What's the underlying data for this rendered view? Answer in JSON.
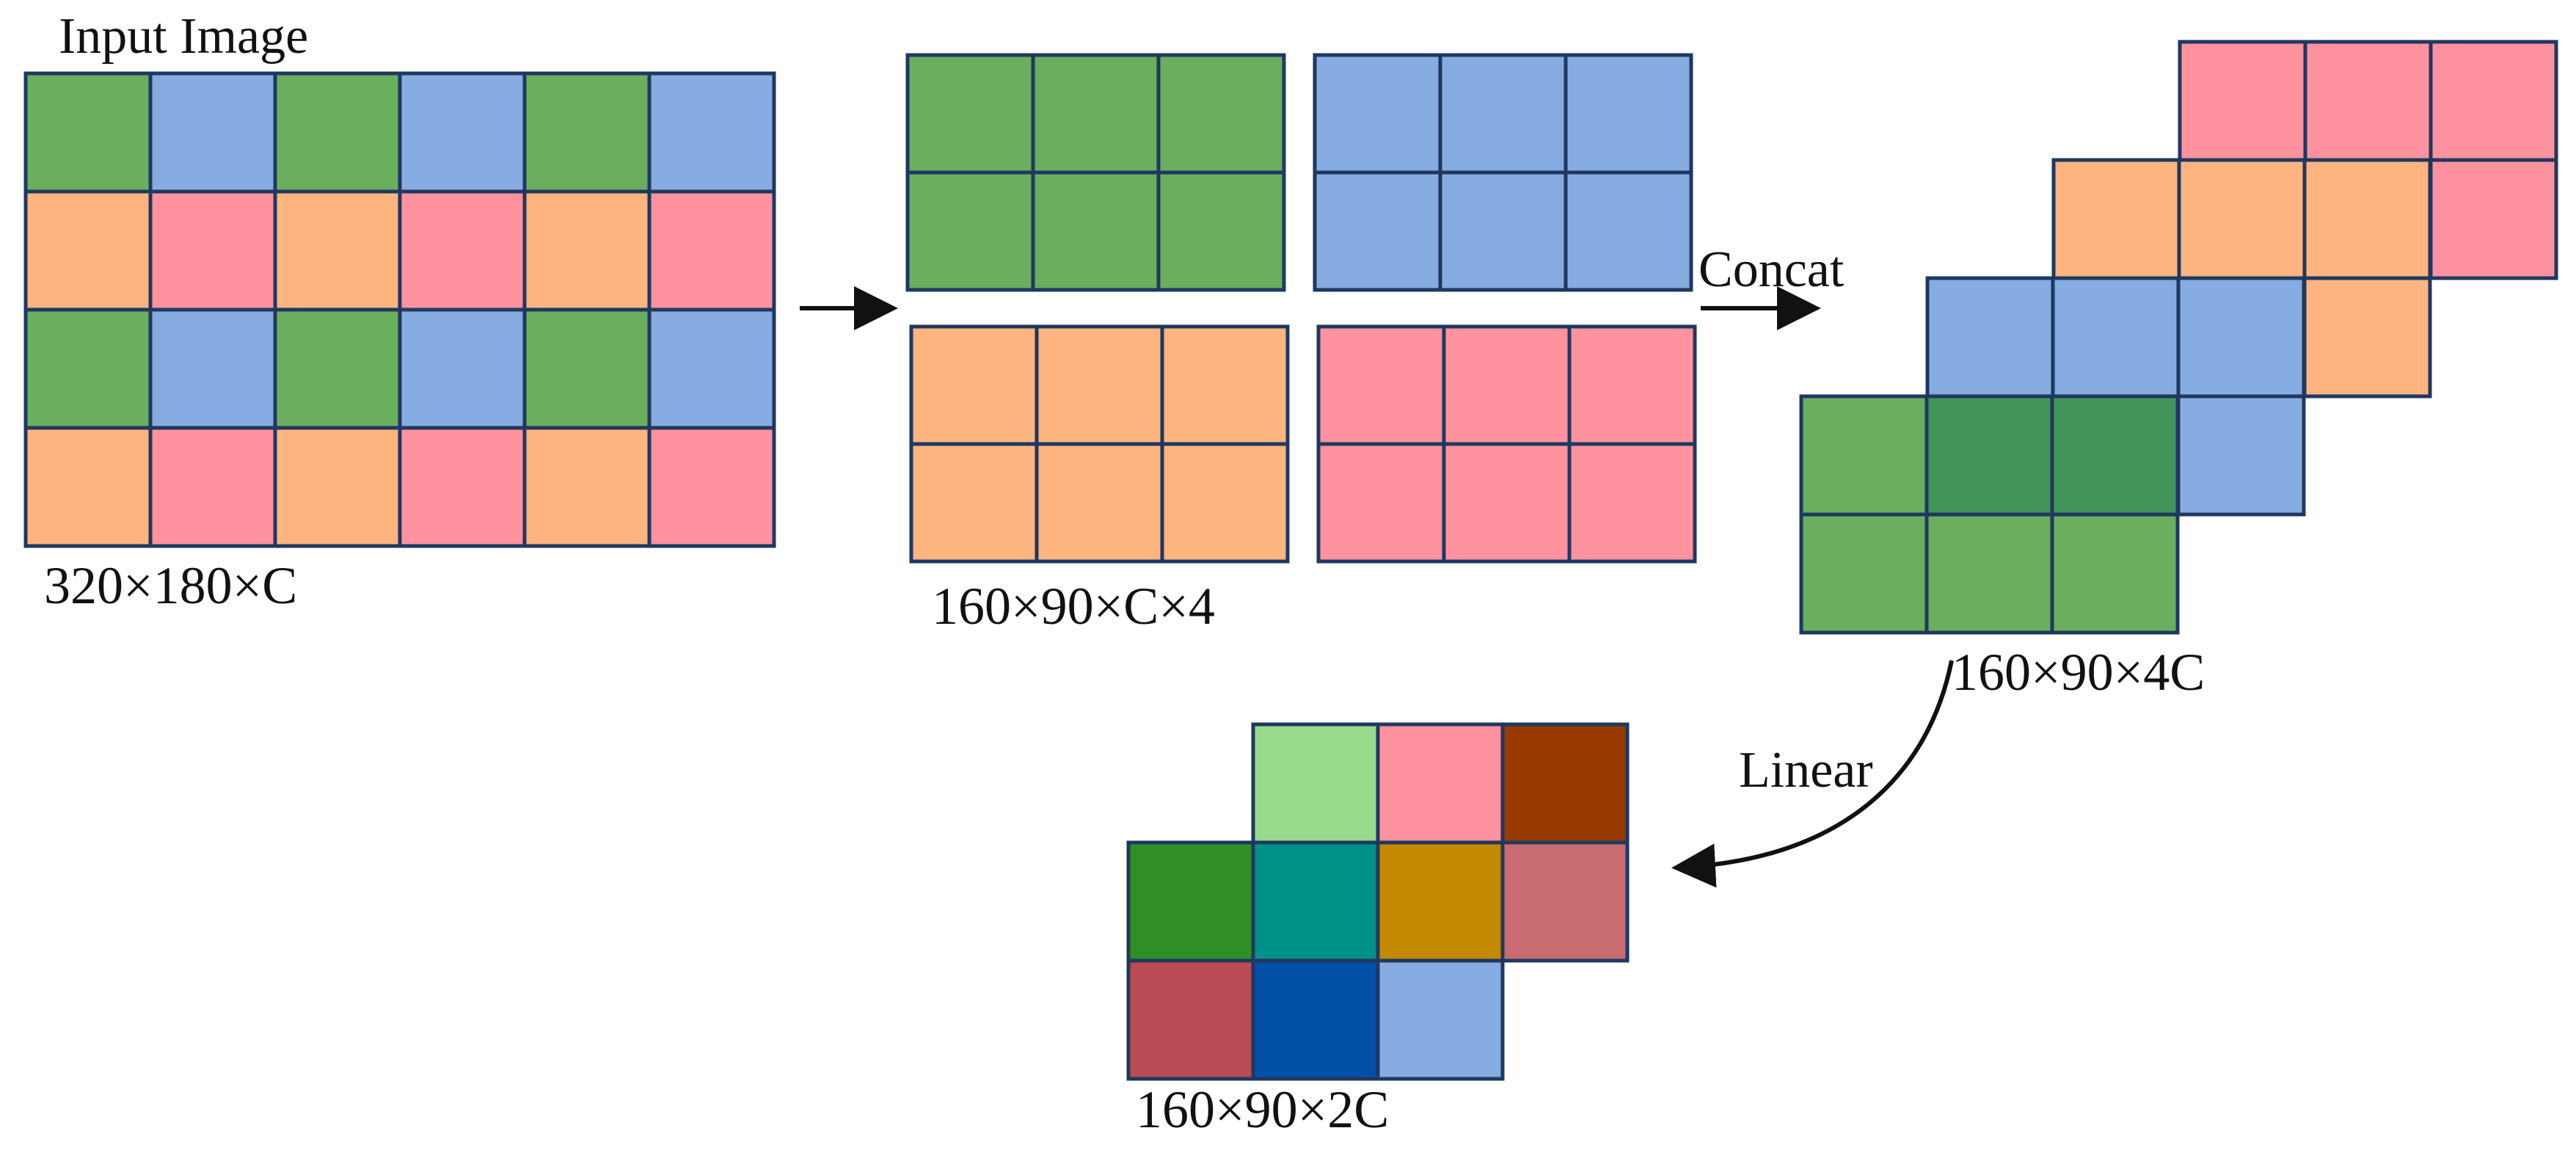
{
  "labels": {
    "input_image": "Input Image",
    "input_dims": "320×180×C",
    "split_dims": "160×90×C×4",
    "concat": "Concat",
    "concat_dims": "160×90×4C",
    "linear": "Linear",
    "output_dims": "160×90×2C"
  },
  "colors": {
    "green": "#6AAE5E",
    "blue": "#86ACE2",
    "orange": "#FDB47F",
    "pink": "#FF929F",
    "dark_green": "#43945A",
    "border": "#1F3860",
    "arrow": "#111111"
  },
  "input_grid": {
    "rows": 4,
    "cols": 6,
    "pattern": [
      [
        "green",
        "blue",
        "green",
        "blue",
        "green",
        "blue"
      ],
      [
        "orange",
        "pink",
        "orange",
        "pink",
        "orange",
        "pink"
      ],
      [
        "green",
        "blue",
        "green",
        "blue",
        "green",
        "blue"
      ],
      [
        "orange",
        "pink",
        "orange",
        "pink",
        "orange",
        "pink"
      ]
    ]
  },
  "split_blocks": [
    {
      "name": "green",
      "rows": 2,
      "cols": 3
    },
    {
      "name": "blue",
      "rows": 2,
      "cols": 3
    },
    {
      "name": "orange",
      "rows": 2,
      "cols": 3
    },
    {
      "name": "pink",
      "rows": 2,
      "cols": 3
    }
  ],
  "concat_stack": {
    "layers": [
      "green",
      "blue",
      "orange",
      "pink"
    ],
    "rows": 2,
    "cols": 3,
    "overlap_color": "dark_green"
  },
  "output_grid": {
    "cells": [
      [
        "",
        "#98DA89",
        "#FF929F",
        "#963A00"
      ],
      [
        "#2F8F24",
        "#009188",
        "#C48900",
        "#C96C72"
      ],
      [
        "#BA4A53",
        "#0050A7",
        "#86ACE2",
        ""
      ]
    ]
  }
}
